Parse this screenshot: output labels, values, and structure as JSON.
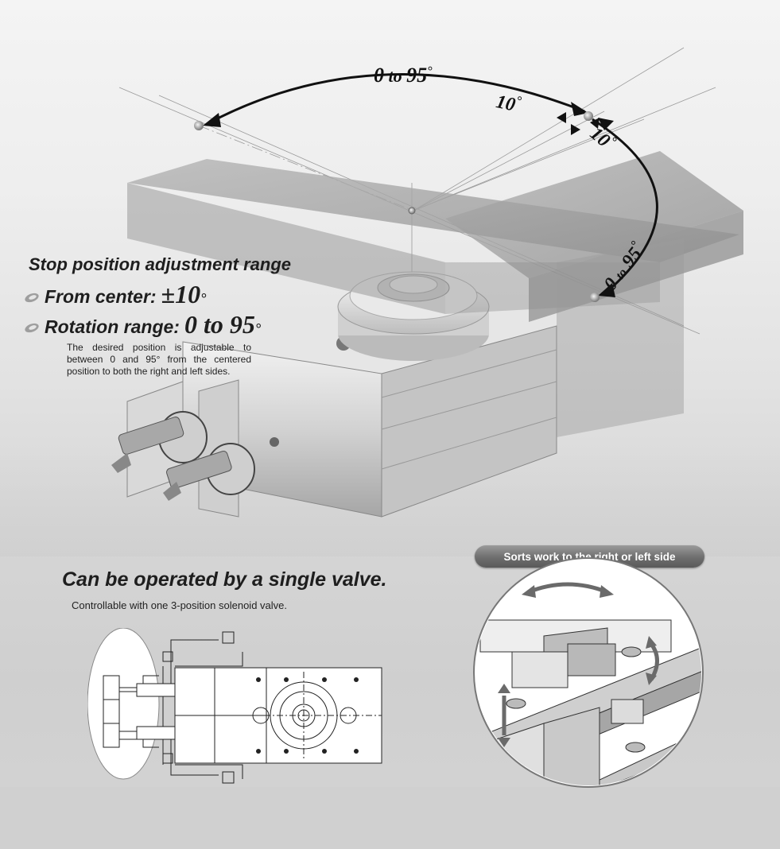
{
  "arc_labels": {
    "top_range": {
      "num_a": "0",
      "word": "to",
      "num_b": "95",
      "unit": "°"
    },
    "left_offset": {
      "num": "10",
      "unit": "°"
    },
    "right_offset": {
      "num": "10",
      "unit": "°"
    },
    "right_range": {
      "num_a": "0",
      "word": "to",
      "num_b": "95",
      "unit": "°"
    }
  },
  "stop_section": {
    "title": "Stop position adjustment range",
    "from_center_label": "From center:",
    "from_center_value": "±10",
    "from_center_unit": "°",
    "rotation_label": "Rotation range:",
    "rotation_value": "0 to 95",
    "rotation_unit": "°",
    "description": "The desired position is adjustable to between 0 and 95° from the centered position to both the right and left sides."
  },
  "valve_section": {
    "title": "Can be operated by a single valve.",
    "subtitle": "Controllable with one 3-position solenoid valve."
  },
  "sort_section": {
    "badge": "Sorts work to the right or left side"
  },
  "colors": {
    "text_dark": "#1e1e1e",
    "badge_bg": "#6e6e6e",
    "badge_text": "#ffffff",
    "arrow_dark": "#111111"
  }
}
